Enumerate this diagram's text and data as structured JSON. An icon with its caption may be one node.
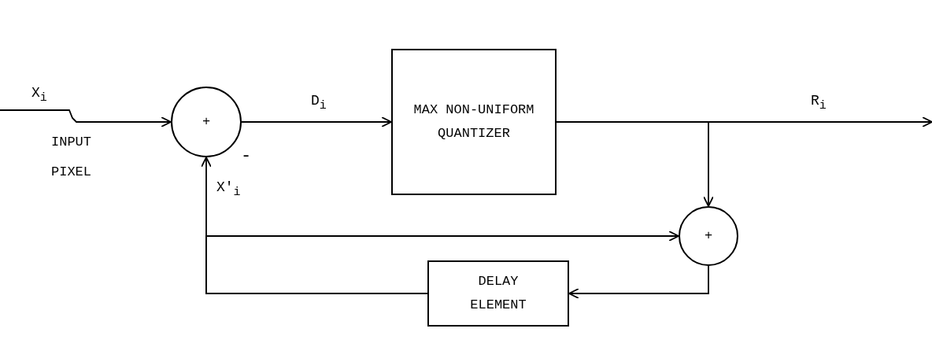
{
  "diagram": {
    "nodes": [
      {
        "text": [
          "+"
        ],
        "beside": [
          "-"
        ]
      },
      {
        "text": [
          "MAX NON-UNIFORM QUANTIZER"
        ]
      },
      {
        "text": [
          "+"
        ]
      },
      {
        "text": [
          "DELAY ELEMENT"
        ]
      }
    ],
    "edges": [
      {
        "from": null,
        "to": 0,
        "arrow": "to",
        "label": "X$_{i}$"
      },
      {
        "from": 0,
        "to": 1,
        "arrow": "to",
        "label": "D$_{i}$"
      },
      {
        "from": 1,
        "to": null,
        "arrow": "to",
        "label": "R$_{i}$"
      },
      {
        "from": 1,
        "to": 2,
        "arrow": "to"
      },
      {
        "from": 3,
        "to": 0,
        "arrow": "to",
        "label": "X'$_{i}$"
      },
      {
        "from": 3,
        "to": 2,
        "arrow": "to"
      },
      {
        "from": 2,
        "to": 3,
        "arrow": "to"
      }
    ],
    "labels": [
      "INPUT PIXEL"
    ]
  }
}
